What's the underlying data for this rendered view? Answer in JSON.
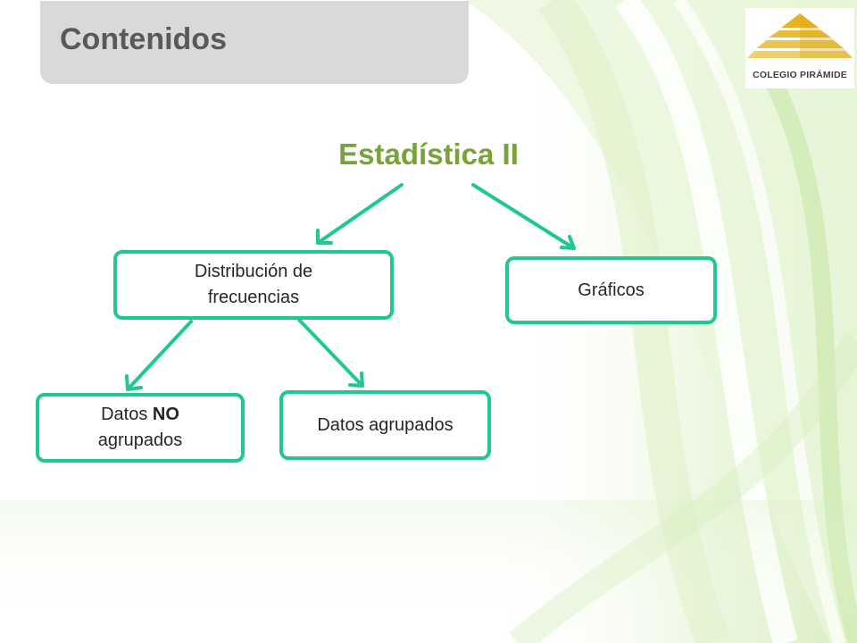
{
  "slide": {
    "title": "Contenidos",
    "heading": "Estadística II",
    "logo": {
      "text": "COLEGIO PIRÁMIDE"
    }
  },
  "nodes": {
    "distribucion": {
      "line1": "Distribución de",
      "line2": "frecuencias"
    },
    "graficos": {
      "label": "Gráficos"
    },
    "datos_no": {
      "prefix": "Datos ",
      "emphasis": "NO",
      "line2": "agrupados"
    },
    "datos_agrupados": {
      "label": "Datos agrupados"
    }
  },
  "colors": {
    "connector": "#1fc892",
    "heading": "#77a339",
    "title_box": "#d9d9d9",
    "title_text": "#595959",
    "logo_gold": "#e6b422"
  }
}
